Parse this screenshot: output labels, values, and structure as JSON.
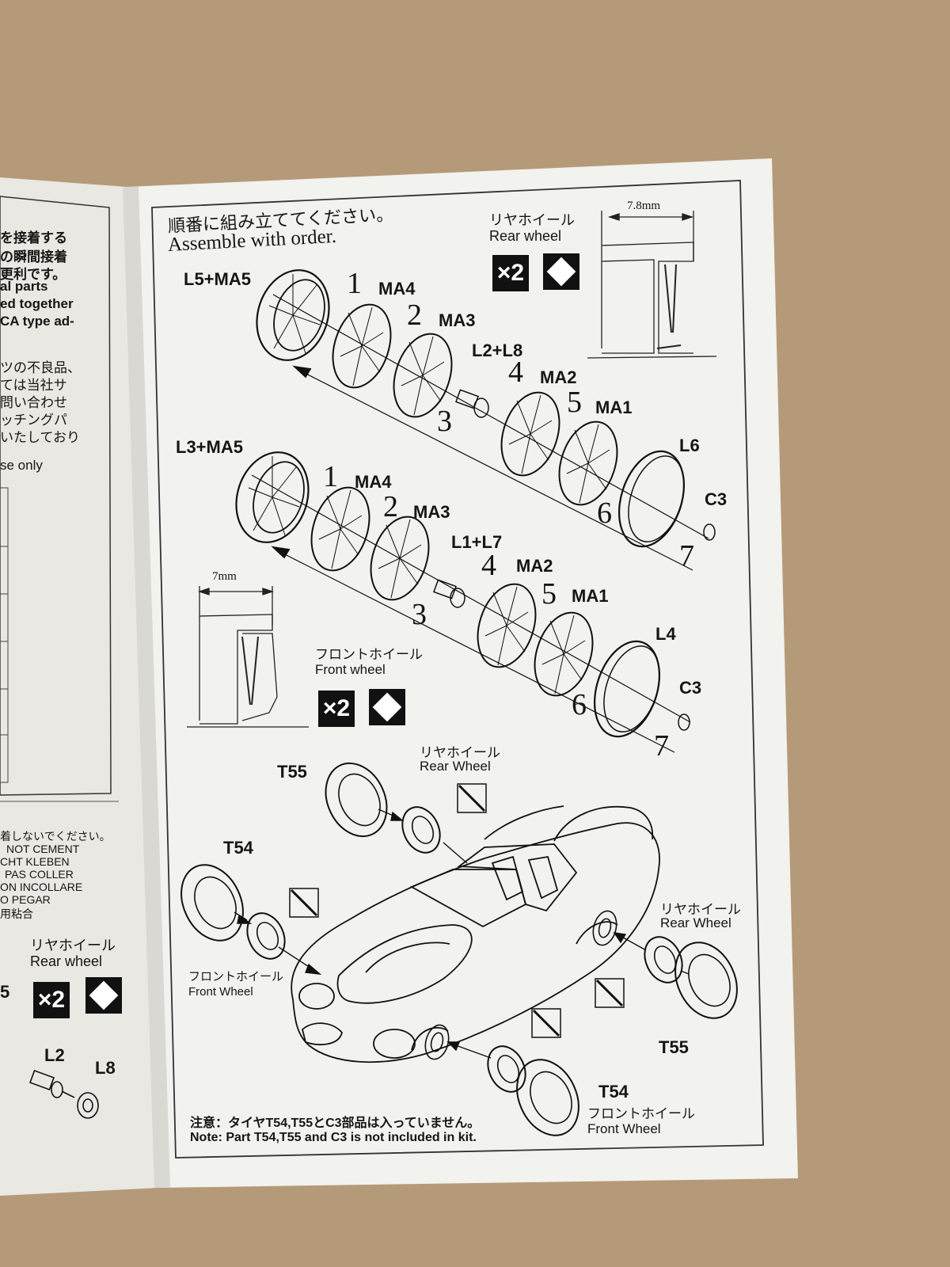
{
  "left_page": {
    "jp_lines": [
      "を接着する",
      "の瞬間接着",
      "更利です。"
    ],
    "en_lines": [
      "al      parts",
      "ed together",
      "CA type ad-"
    ],
    "jp_lines2": [
      "ツの不良品、",
      "ては当社サ",
      "問い合わせ",
      "ッチングパ",
      "いたしており"
    ],
    "use_only": "se only",
    "warn_jp": "着しないでください。",
    "warn_lines": [
      "NOT CEMENT",
      "CHT KLEBEN",
      "PAS COLLER",
      "ON INCOLLARE",
      "O PEGAR",
      "用粘合"
    ],
    "rear_wheel_jp": "リヤホイール",
    "rear_wheel_en": "Rear wheel",
    "x2": "×2",
    "parts": [
      "L2",
      "L8"
    ],
    "edge_char": "5"
  },
  "right_page": {
    "assemble_jp": "順番に組み立ててください。",
    "assemble_en": "Assemble with order.",
    "rear_wheel_jp": "リヤホイール",
    "rear_wheel_en": "Rear wheel",
    "front_wheel_jp": "フロントホイール",
    "front_wheel_en": "Front wheel",
    "rear_dim": "7.8mm",
    "front_dim": "7mm",
    "x2": "×2",
    "rear_assembly": {
      "group": "L5+MA5",
      "parts": [
        "MA4",
        "MA3",
        "L2+L8",
        "MA2",
        "MA1",
        "L6",
        "C3"
      ],
      "steps": [
        "1",
        "2",
        "3",
        "4",
        "5",
        "6",
        "7"
      ]
    },
    "front_assembly": {
      "group": "L3+MA5",
      "parts": [
        "MA4",
        "MA3",
        "L1+L7",
        "MA2",
        "MA1",
        "L4",
        "C3"
      ],
      "steps": [
        "1",
        "2",
        "3",
        "4",
        "5",
        "6",
        "7"
      ]
    },
    "car": {
      "rear_wheel_jp": "リヤホイール",
      "rear_wheel_label": "Rear Wheel",
      "front_wheel_jp": "フロントホイール",
      "front_wheel_label": "Front Wheel",
      "tires": [
        "T55",
        "T54",
        "T55",
        "T54"
      ]
    },
    "note_jp": "注意：タイヤT54,T55とC3部品は入っていません。",
    "note_en": "Note: Part T54,T55 and C3 is not included in kit."
  }
}
